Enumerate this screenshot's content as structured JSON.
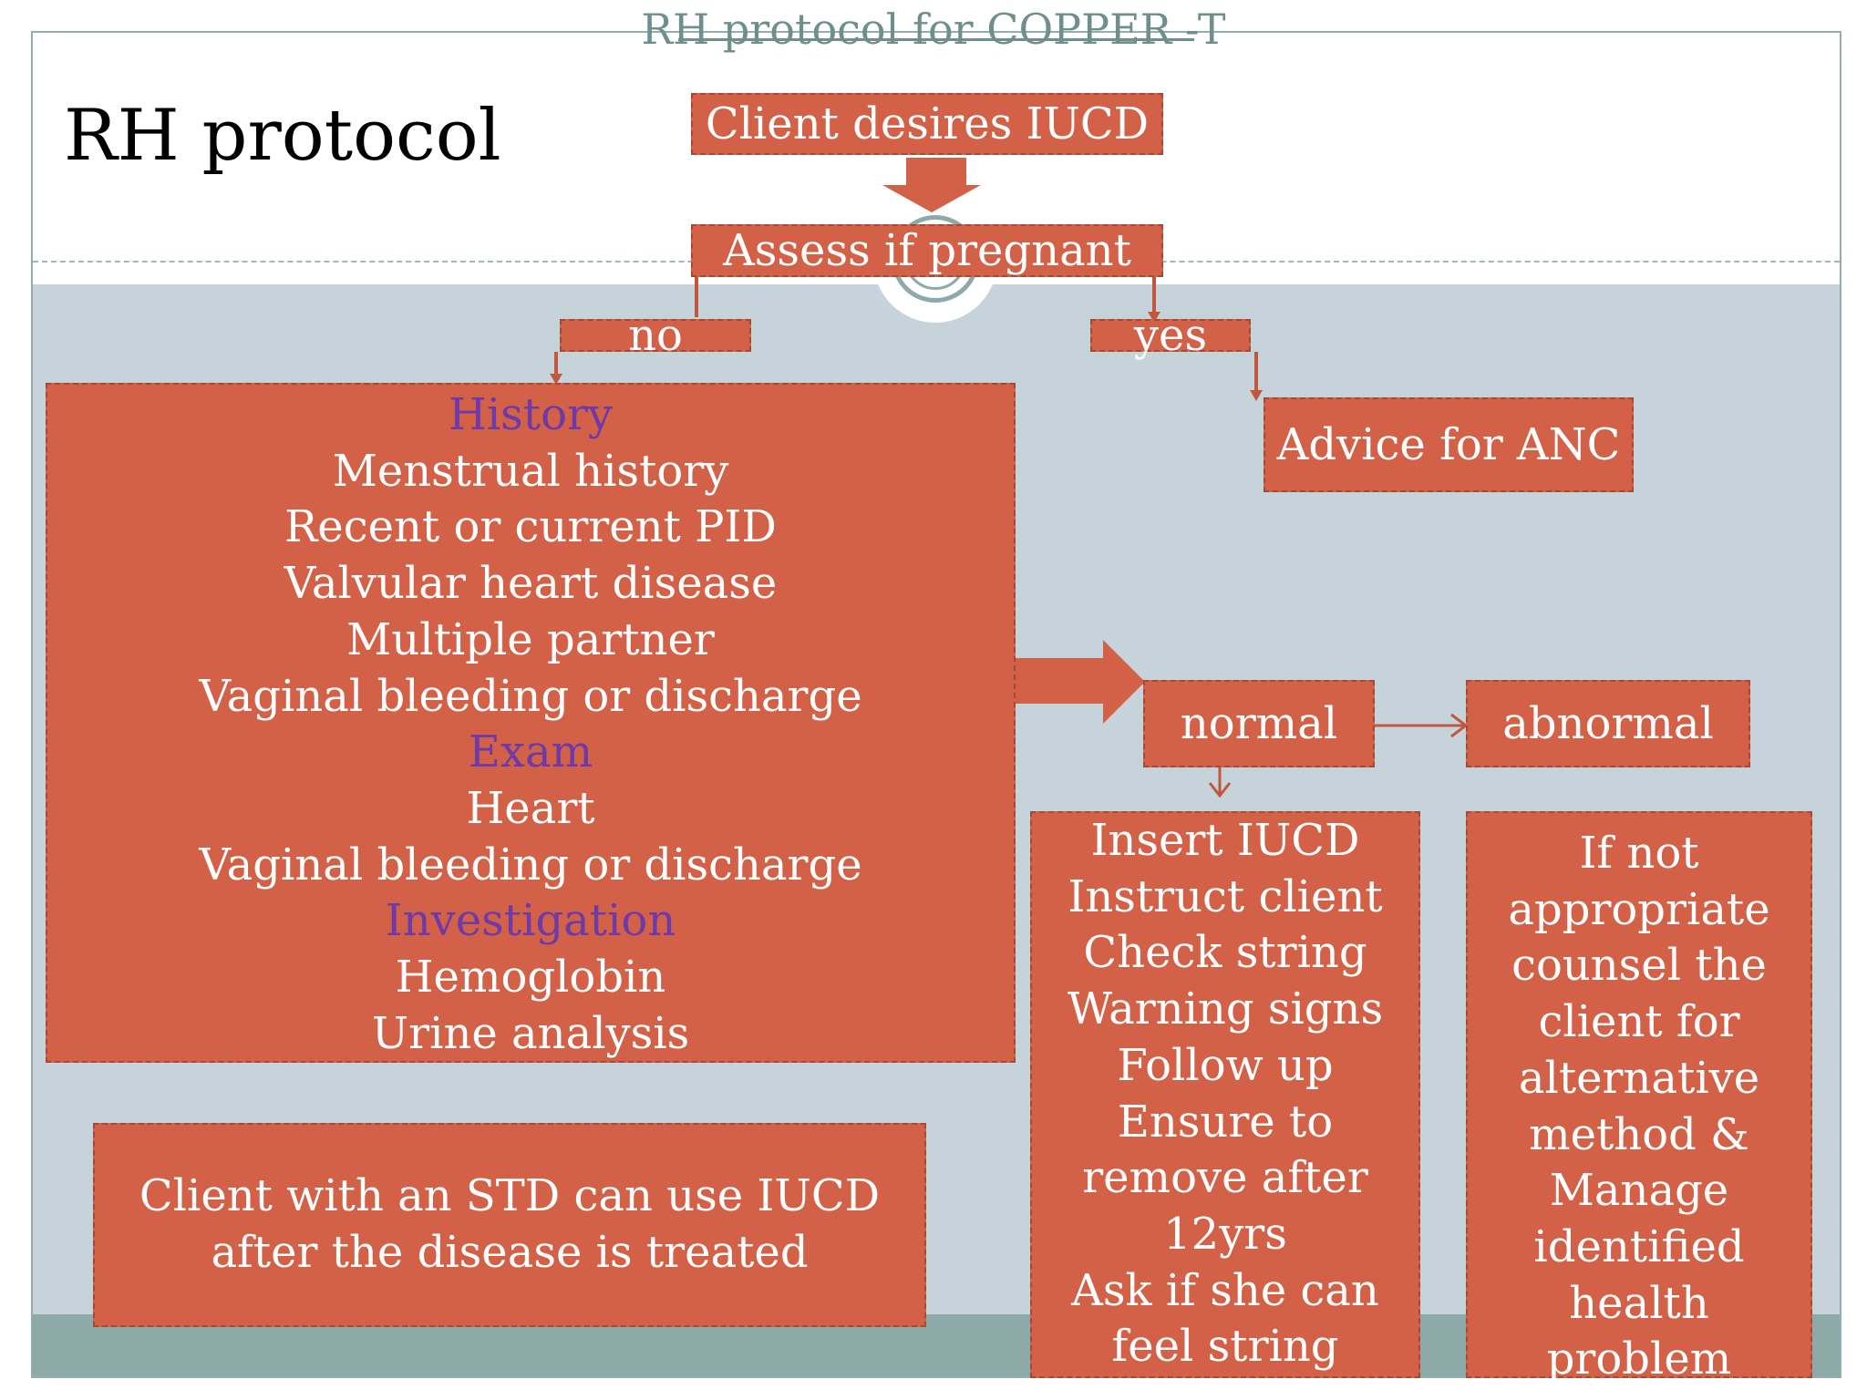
{
  "header": {
    "caption": "RH protocol for COPPER -T",
    "title": "RH protocol"
  },
  "flow": {
    "start": "Client desires IUCD",
    "assess": "Assess if pregnant",
    "no": "no",
    "yes": "yes",
    "anc": "Advice for ANC",
    "normal": "normal",
    "abnormal": "abnormal"
  },
  "checklist": [
    {
      "text": "History",
      "heading": true
    },
    {
      "text": "Menstrual history",
      "heading": false
    },
    {
      "text": "Recent or current PID",
      "heading": false
    },
    {
      "text": "Valvular heart disease",
      "heading": false
    },
    {
      "text": "Multiple partner",
      "heading": false
    },
    {
      "text": "Vaginal bleeding or discharge",
      "heading": false
    },
    {
      "text": "Exam",
      "heading": true
    },
    {
      "text": "Heart",
      "heading": false
    },
    {
      "text": "Vaginal bleeding or discharge",
      "heading": false
    },
    {
      "text": "Investigation",
      "heading": true
    },
    {
      "text": "Hemoglobin",
      "heading": false
    },
    {
      "text": "Urine analysis",
      "heading": false
    }
  ],
  "std_note": [
    "Client with an STD can use IUCD",
    "after the  disease is treated"
  ],
  "insert_steps": [
    "Insert IUCD",
    "Instruct client",
    "Check string",
    "Warning signs",
    "Follow up",
    "Ensure to",
    "remove after",
    "12yrs",
    "Ask if she can",
    "feel string"
  ],
  "abnormal_action": [
    "If not",
    "appropriate",
    "counsel the",
    "client for",
    "alternative",
    "method &",
    "Manage",
    "identified",
    "health",
    "problem"
  ],
  "colors": {
    "box_fill": "#d26147",
    "heading_text": "#6d3aa8",
    "background_band": "#c7d3da",
    "footer_band": "#8eaaa8"
  }
}
